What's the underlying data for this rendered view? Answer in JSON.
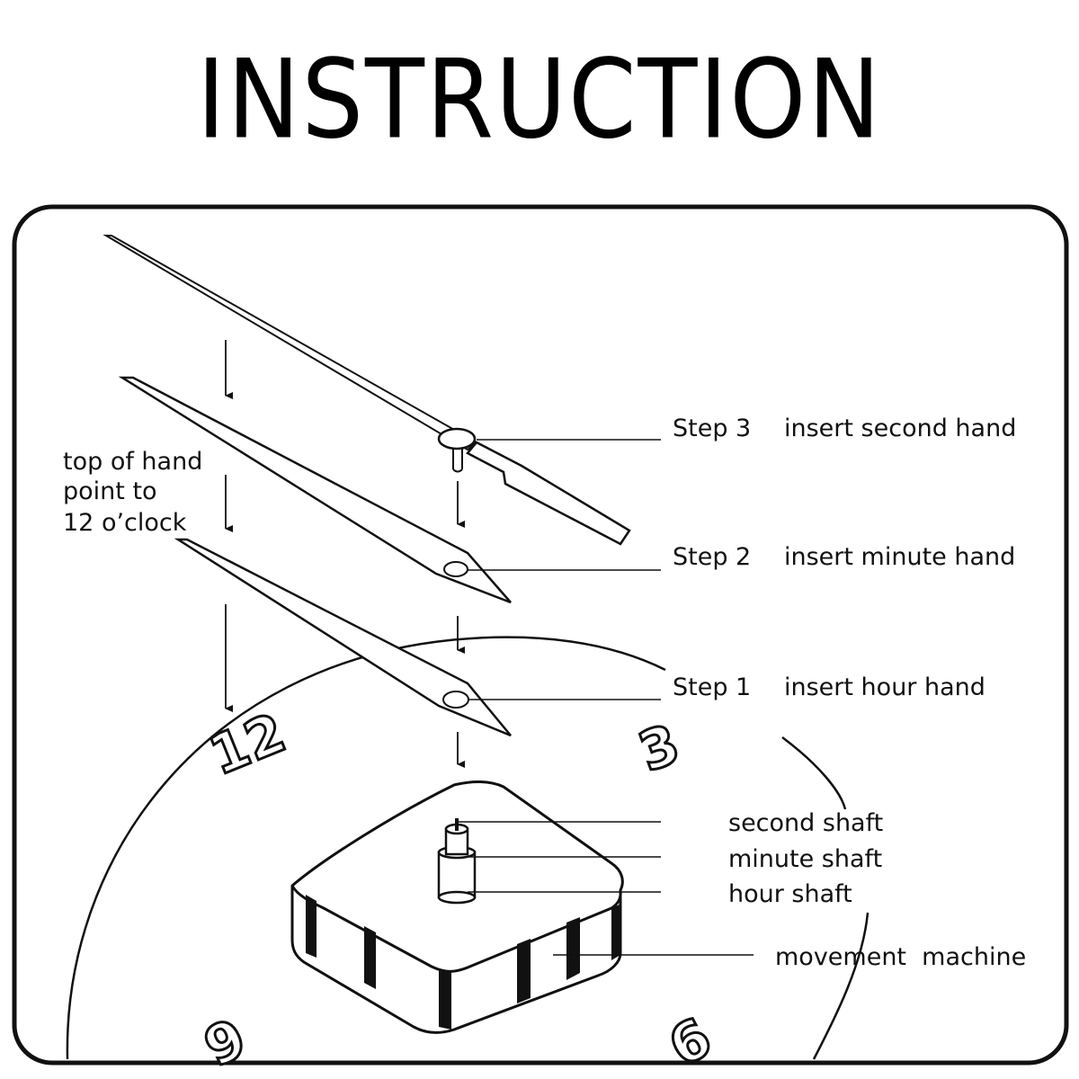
{
  "title": "INSTRUCTION",
  "steps": [
    {
      "step": "Step 3",
      "text": "insert second hand"
    },
    {
      "step": "Step 2",
      "text": "insert minute hand"
    },
    {
      "step": "Step 1",
      "text": "insert hour hand"
    }
  ],
  "note": {
    "line1": "top of hand",
    "line2": "point to",
    "line3": "12 o’clock"
  },
  "parts": {
    "second_shaft": "second shaft",
    "minute_shaft": "minute shaft",
    "hour_shaft": "hour shaft",
    "movement": "movement  machine"
  },
  "dial_numbers": {
    "n12": "12",
    "n3": "3",
    "n9": "9",
    "n6": "6"
  }
}
